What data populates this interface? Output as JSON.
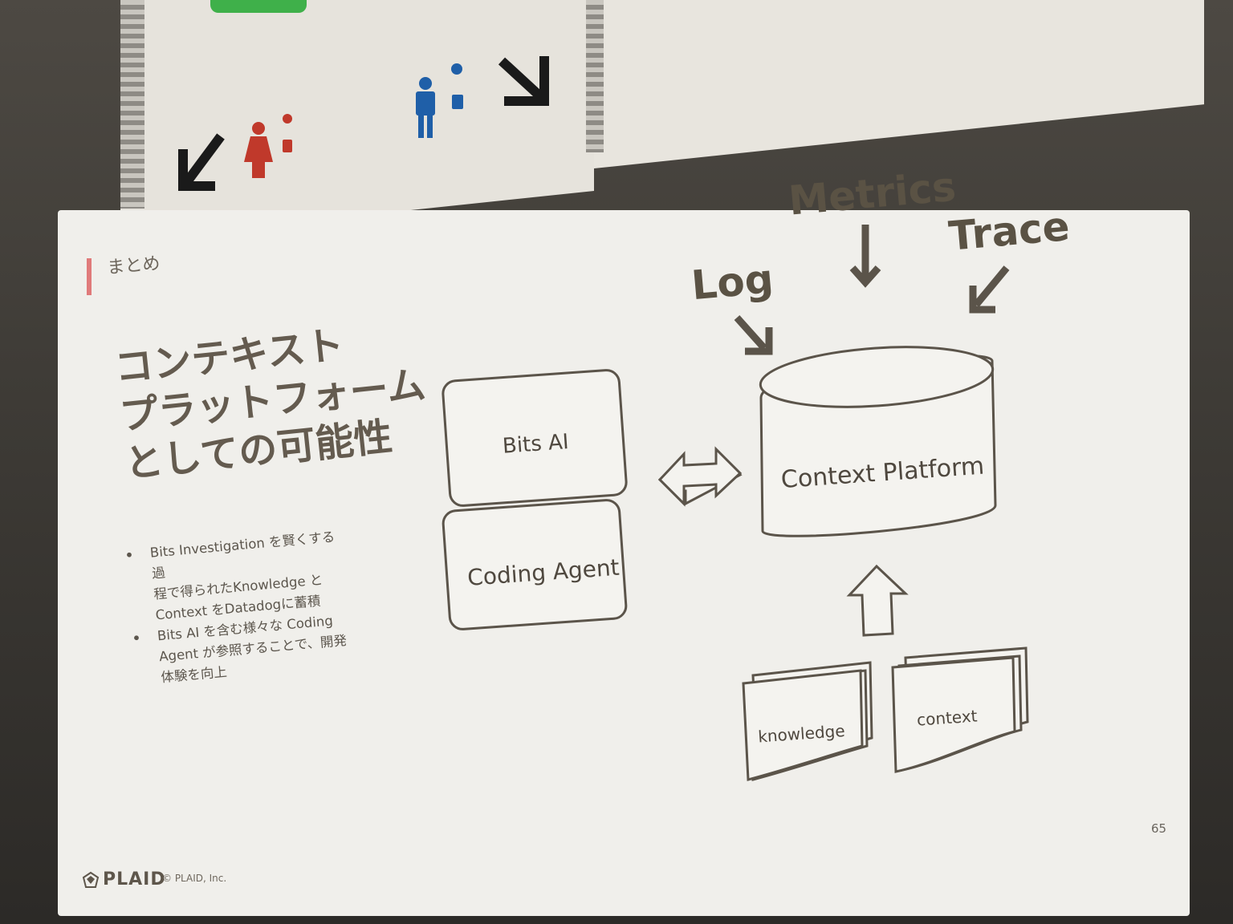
{
  "slide": {
    "section_label": "まとめ",
    "title_lines": [
      "コンテキスト",
      "プラットフォーム",
      "としての可能性"
    ],
    "bullets": [
      [
        "Bits Investigation を賢くする過",
        "程で得られたKnowledge と",
        "Context をDatadogに蓄積"
      ],
      [
        "Bits AI を含む様々な Coding",
        "Agent が参照することで、開発",
        "体験を向上"
      ]
    ],
    "page_number": "65",
    "footer": {
      "logo": "PLAID",
      "copyright": "© PLAID, Inc."
    }
  },
  "diagram": {
    "inputs": {
      "log": "Log",
      "metrics": "Metrics",
      "trace": "Trace"
    },
    "platform_label": "Context Platform",
    "agents": [
      "Bits AI",
      "Coding Agent"
    ],
    "sources": [
      "knowledge",
      "context"
    ]
  },
  "colors": {
    "slide_background": "#f0efeb",
    "text": "#5a5244",
    "accent_bar": "#e07a7a",
    "stroke": "#5b544a"
  }
}
